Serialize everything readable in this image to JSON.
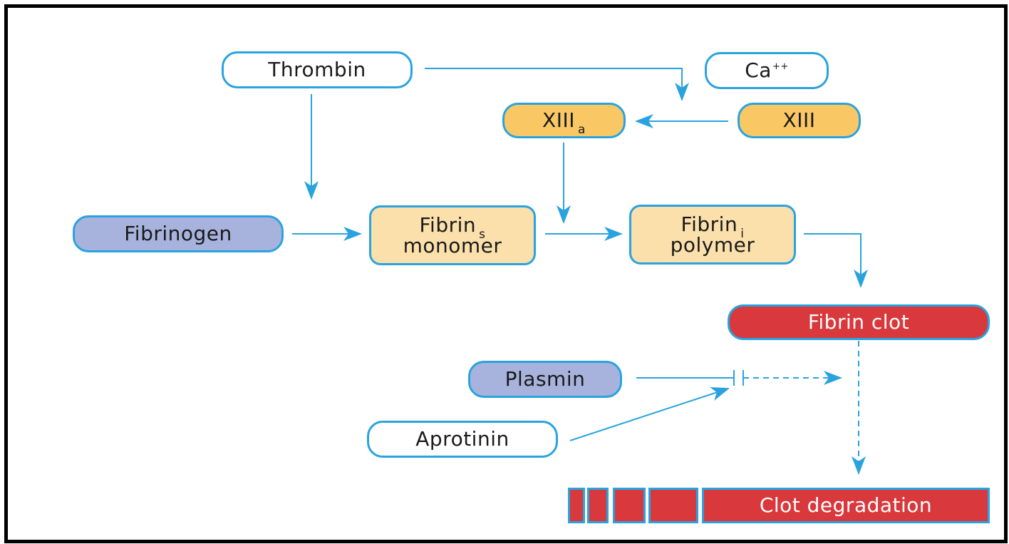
{
  "nodes": {
    "thrombin": "Thrombin",
    "ca_base": "Ca",
    "ca_sup": "++",
    "xiii_a_base": "XIII",
    "xiii_a_sub": "a",
    "xiii": "XIII",
    "fibrinogen": "Fibrinogen",
    "fibrin_s_word": "Fibrin",
    "fibrin_s_sub": "s",
    "fibrin_s_line2": "monomer",
    "fibrin_i_word": "Fibrin",
    "fibrin_i_sub": "i",
    "fibrin_i_line2": "polymer",
    "fibrin_clot": "Fibrin clot",
    "plasmin": "Plasmin",
    "aprotinin": "Aprotinin",
    "clot_degradation": "Clot degradation"
  },
  "colors": {
    "arrow": "#29a3df",
    "outline": "#29a3df",
    "factor_fill": "#f9c864",
    "fibrin_fill": "#fbe0ab",
    "protein_fill": "#a7b3dd",
    "clot_fill": "#d9383c"
  }
}
